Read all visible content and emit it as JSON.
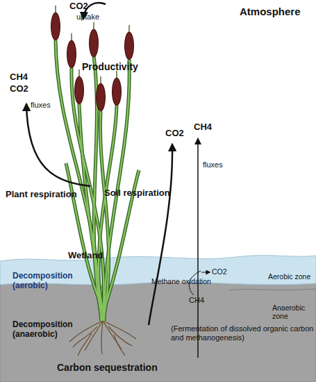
{
  "diagram": {
    "labels": [
      "CO2",
      "uptake",
      "Atmosphere",
      "Productivity",
      "CH4",
      "CO2",
      "fluxes",
      "Plant respiration",
      "Soil respiration",
      "CO2",
      "CH4",
      "fluxes",
      "Wetland",
      "Decomposition (aerobic)",
      "CO2",
      "Methane oxidation",
      "Aerobic zone",
      "CH4",
      "Anaerobic zone",
      "Decomposition (anaerobic)",
      "Carbon sequestration",
      "(Fermentation of dissolved organic carbon and methanogenesis)"
    ]
  }
}
